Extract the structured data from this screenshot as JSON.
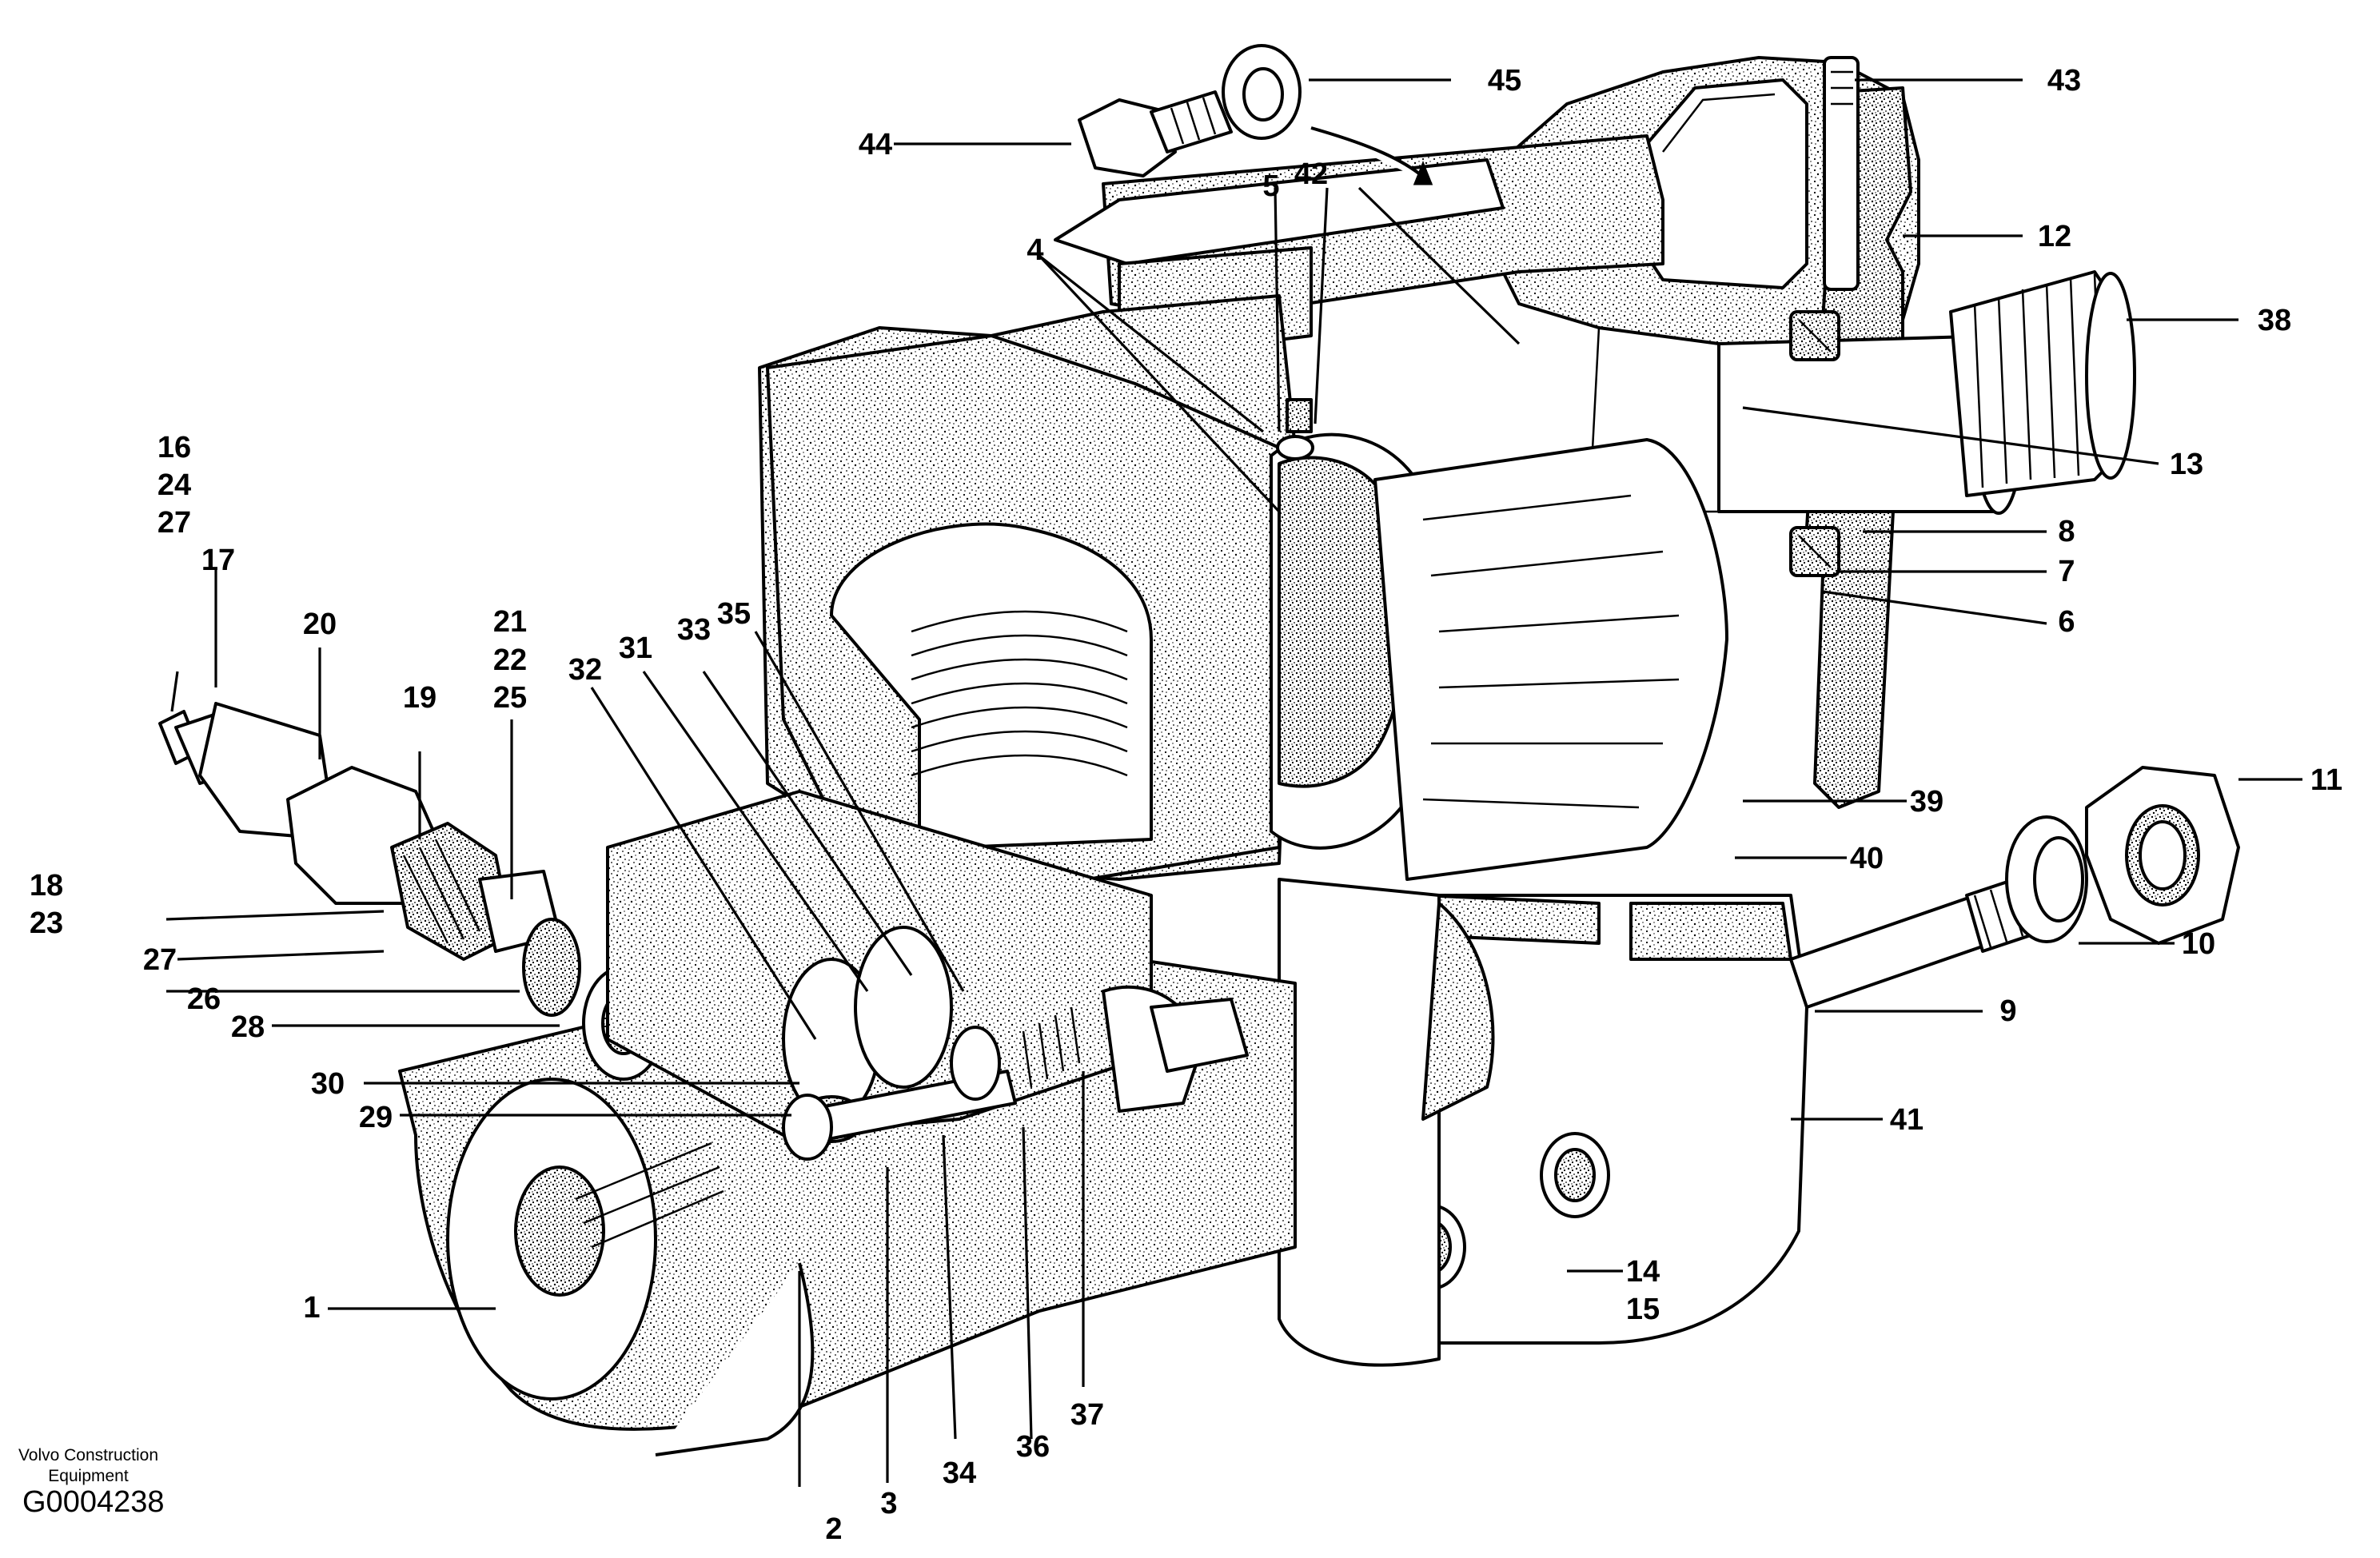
{
  "footer": {
    "brand": "Volvo Construction Equipment",
    "figure_id": "G0004238"
  },
  "callouts": [
    "1",
    "2",
    "3",
    "4",
    "5",
    "6",
    "7",
    "8",
    "9",
    "10",
    "11",
    "12",
    "13",
    "14",
    "15",
    "16",
    "17",
    "18",
    "19",
    "20",
    "21",
    "22",
    "23",
    "24",
    "25",
    "26",
    "27",
    "28",
    "29",
    "30",
    "31",
    "32",
    "33",
    "34",
    "35",
    "36",
    "37",
    "38",
    "39",
    "40",
    "41",
    "42",
    "43",
    "44",
    "45"
  ],
  "callout_groups": [
    [
      "16",
      "24",
      "27"
    ],
    [
      "21",
      "22",
      "25"
    ],
    [
      "18",
      "23"
    ],
    [
      "14",
      "15"
    ]
  ],
  "colors": {
    "ink": "#000000",
    "paper": "#ffffff"
  }
}
